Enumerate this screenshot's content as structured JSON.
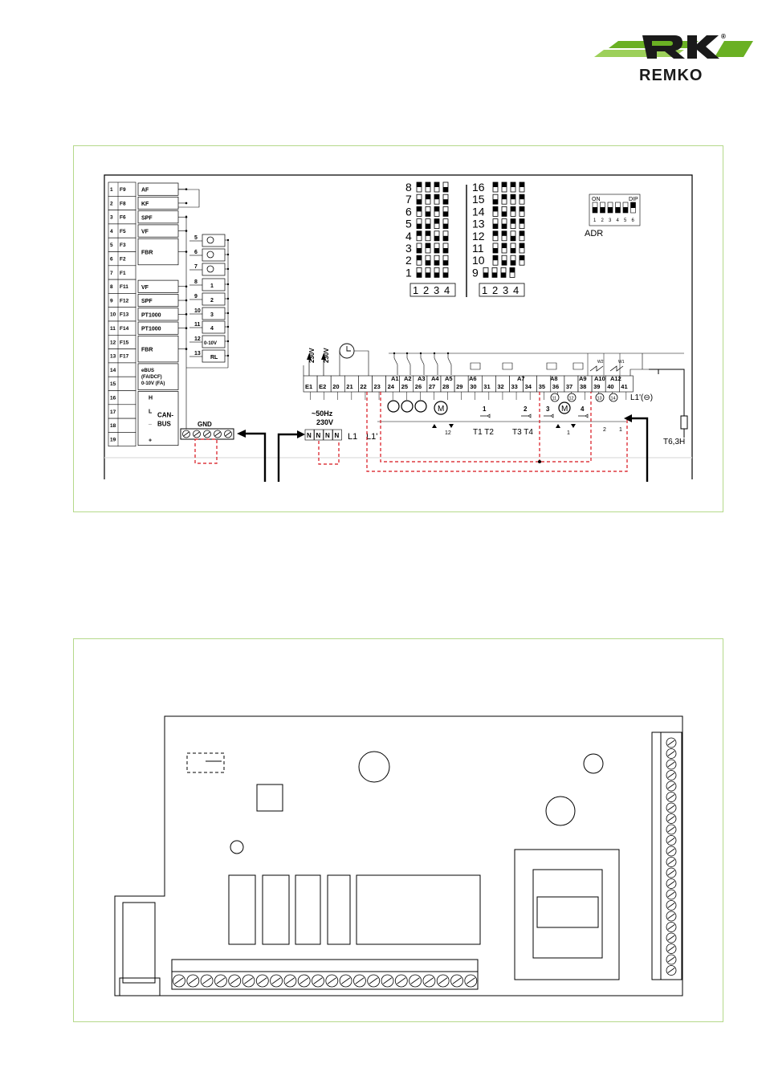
{
  "brand": {
    "logo_text": "REMKO",
    "registered_mark": "®",
    "colors": {
      "green_dark": "#6ab023",
      "green_light": "#9dd05a",
      "ink": "#1a1a1a"
    }
  },
  "wiring_diagram": {
    "left_terminals": {
      "rows": [
        {
          "num": "1",
          "f": "F9"
        },
        {
          "num": "2",
          "f": "F8"
        },
        {
          "num": "3",
          "f": "F6"
        },
        {
          "num": "4",
          "f": "F5"
        },
        {
          "num": "5",
          "f": "F3"
        },
        {
          "num": "6",
          "f": "F2"
        },
        {
          "num": "7",
          "f": "F1"
        },
        {
          "num": "8",
          "f": "F11"
        },
        {
          "num": "9",
          "f": "F12"
        },
        {
          "num": "10",
          "f": "F13"
        },
        {
          "num": "11",
          "f": "F14"
        },
        {
          "num": "12",
          "f": "F15"
        },
        {
          "num": "13",
          "f": "F17"
        },
        {
          "num": "14",
          "f": ""
        },
        {
          "num": "15",
          "f": ""
        },
        {
          "num": "16",
          "f": ""
        },
        {
          "num": "17",
          "f": ""
        },
        {
          "num": "18",
          "f": ""
        },
        {
          "num": "19",
          "f": ""
        }
      ],
      "sensors": [
        "AF",
        "KF",
        "SPF",
        "VF",
        "FBR",
        "VF",
        "SPF",
        "PT1000",
        "PT1000",
        "FBR"
      ],
      "ebus": [
        "eBUS",
        "(FA/DCF)",
        "0-10V (FA)"
      ],
      "can_bus": [
        "H",
        "L",
        "CAN-",
        "BUS",
        "+",
        "_"
      ],
      "gnd": "GND"
    },
    "mid_terminals": {
      "nums": [
        "5",
        "6",
        "7",
        "8",
        "9",
        "10",
        "11",
        "12",
        "13"
      ],
      "labels": [
        "1",
        "2",
        "3",
        "4",
        "0-10V",
        "RL"
      ]
    },
    "address_switch": {
      "left_rows": [
        "8",
        "7",
        "6",
        "5",
        "4",
        "3",
        "2",
        "1"
      ],
      "right_rows": [
        "16",
        "15",
        "14",
        "13",
        "12",
        "11",
        "10",
        "9"
      ],
      "columns": [
        "1",
        "2",
        "3",
        "4"
      ],
      "dip_on": "ON",
      "dip_label": "DIP",
      "dip_nums": [
        "1",
        "2",
        "3",
        "4",
        "5",
        "6"
      ],
      "adr": "ADR"
    },
    "power": {
      "voltage_e1": "230V",
      "voltage_e2": "230V",
      "supply_freq": "~50Hz",
      "supply_volt": "230V",
      "l1": "L1",
      "l1_prime": "L1'",
      "l1_switch": "L1'(⊖)",
      "fuse": "T6,3H",
      "n": "N"
    },
    "bottom_terminals": [
      "E1",
      "E2",
      "20",
      "21",
      "22",
      "23",
      "24",
      "25",
      "26",
      "27",
      "28",
      "29",
      "30",
      "31",
      "32",
      "33",
      "34",
      "35",
      "36",
      "37",
      "38",
      "39",
      "40",
      "41"
    ],
    "relay_labels": [
      "A1",
      "A2",
      "A3",
      "A4",
      "A5",
      "A6",
      "A7",
      "A8",
      "A9",
      "A10",
      "A12"
    ],
    "bottom_outputs": [
      "T1 T2",
      "T3 T4"
    ],
    "output_nums": [
      "1",
      "2",
      "3",
      "4"
    ],
    "mixer_labels": [
      "12",
      "1",
      "2",
      "1"
    ],
    "valve_labels": [
      "W2",
      "W1"
    ],
    "small_marks": [
      "M",
      "M",
      "11",
      "12",
      "13",
      "14",
      "1",
      "2",
      "3"
    ]
  },
  "board_layout": {
    "terminal_count_bottom": 22,
    "terminal_count_right": 22
  }
}
